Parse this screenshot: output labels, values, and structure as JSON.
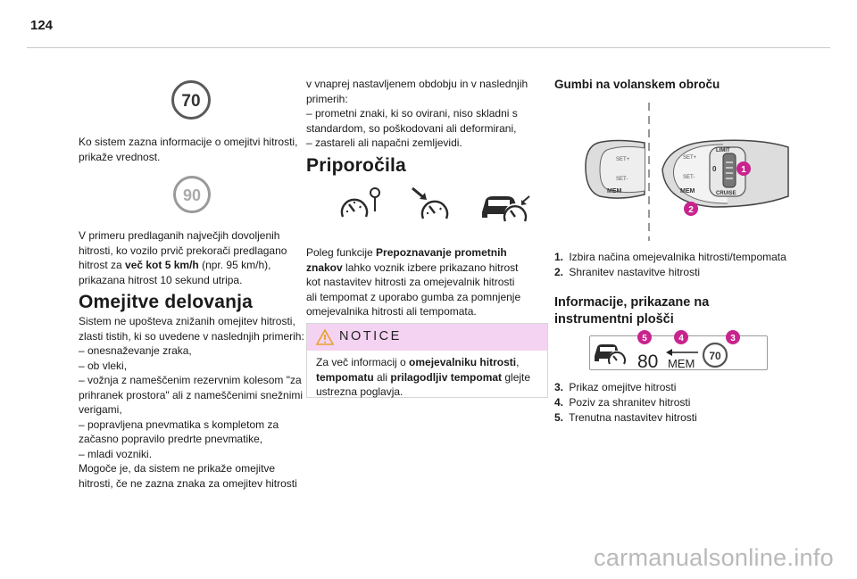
{
  "page": {
    "number": "124"
  },
  "left": {
    "sign1_value": "70",
    "p1": "Ko sistem zazna informacije o omejitvi hitrosti, prikaže vrednost.",
    "sign2_value": "90",
    "p2_lines": [
      "V primeru predlaganih največjih dovoljenih",
      "hitrosti, ko vozilo prvič prekorači predlagano"
    ],
    "p2_l3_pre": "hitrost za ",
    "p2_l3_bold": "več kot 5 km/h",
    "p2_l3_post": " (npr. 95 km/h),",
    "p2_l4": "prikazana hitrost 10 sekund utripa.",
    "h_limits": "Omejitve delovanja",
    "limits_lines": [
      "Sistem ne upošteva znižanih omejitev hitrosti,",
      "zlasti tistih, ki so uvedene v naslednjih primerih:",
      "–  onesnaževanje zraka,",
      "–  ob vleki,",
      "–  vožnja z nameščenim rezervnim kolesom \"za",
      "prihranek prostora\" ali z nameščenimi snežnimi",
      "verigami,",
      "–  popravljena pnevmatika s kompletom za",
      "začasno popravilo predrte pnevmatike,",
      "–  mladi vozniki.",
      "Mogoče je, da sistem ne prikaže omejitve",
      "hitrosti, če ne zazna znaka za omejitev hitrosti"
    ]
  },
  "middle": {
    "cont_lines": [
      "v vnaprej nastavljenem obdobju in v naslednjih",
      "primerih:",
      "–  prometni znaki, ki so ovirani, niso skladni s",
      "standardom, so poškodovani ali deformirani,",
      "–  zastareli ali napačni zemljevidi."
    ],
    "h_reco": "Priporočila",
    "reco_l1_pre": "Poleg funkcije ",
    "reco_l1_bold": "Prepoznavanje prometnih",
    "reco_l2_bold": "znakov",
    "reco_l2_post": " lahko voznik izbere prikazano hitrost",
    "reco_l3": "kot nastavitev hitrosti za omejevalnik hitrosti",
    "reco_l4": "ali tempomat z uporabo gumba za pomnjenje",
    "reco_l5": "omejevalnika hitrosti ali tempomata.",
    "notice_title": "NOTICE",
    "notice_l1_pre": "Za več informacij o ",
    "notice_l1_bold": "omejevalniku hitrosti",
    "notice_l1_post": ",",
    "notice_l2_bold1": "tempomatu",
    "notice_l2_mid": " ali ",
    "notice_l2_bold2": "prilagodljiv tempomat",
    "notice_l2_post": " glejte",
    "notice_l3": "ustrezna poglavja."
  },
  "right": {
    "h_wheel": "Gumbi na volanskem obroču",
    "stalk_labels": {
      "mem": "MEM",
      "set_plus": "SET+",
      "set_minus": "SET-",
      "limit": "LIMIT",
      "cruise": "CRUISE",
      "zero": "0",
      "one": "1",
      "two": "2"
    },
    "wheel_items": [
      {
        "n": "1.",
        "text": "Izbira načina omejevalnika hitrosti/tempomata"
      },
      {
        "n": "2.",
        "text": "Shranitev nastavitve hitrosti"
      }
    ],
    "h_panel_l1": "Informacije, prikazane na",
    "h_panel_l2": "instrumentni plošči",
    "panel": {
      "speed": "80",
      "mem": "MEM",
      "sign": "70",
      "b3": "3",
      "b4": "4",
      "b5": "5"
    },
    "panel_items": [
      {
        "n": "3.",
        "text": "Prikaz omejitve hitrosti"
      },
      {
        "n": "4.",
        "text": "Poziv za shranitev hitrosti"
      },
      {
        "n": "5.",
        "text": "Trenutna nastavitev hitrosti"
      }
    ]
  },
  "watermark": "carmanualsonline.info",
  "colors": {
    "accent_magenta": "#c8248e",
    "notice_bg": "#f3d3f1",
    "notice_icon": "#e7a12b"
  }
}
